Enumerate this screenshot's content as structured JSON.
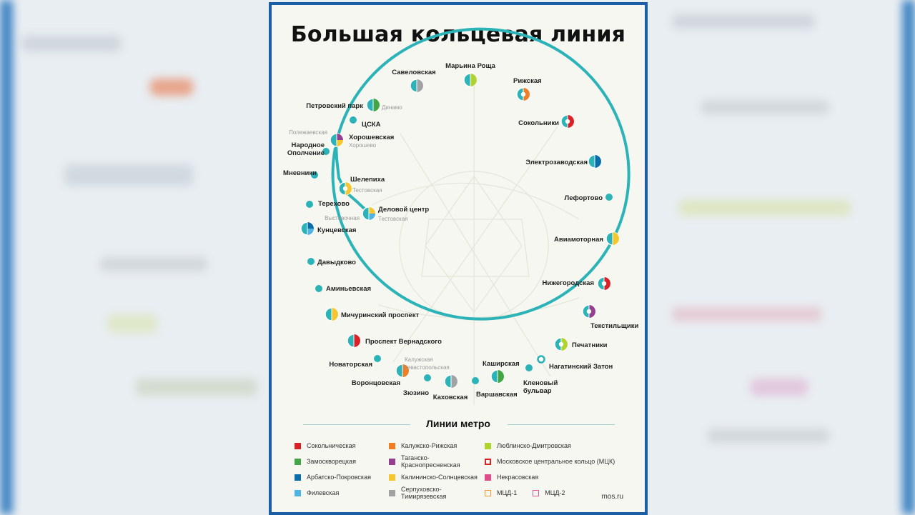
{
  "title": "Большая кольцевая линия",
  "site": "mos.ru",
  "ring_color": "#2bb3b8",
  "stations": [
    {
      "name": "Марьина Роща",
      "lines": [
        "#b1d332"
      ]
    },
    {
      "name": "Рижская",
      "lines": [
        "#ef7e24"
      ],
      "mcd": true
    },
    {
      "name": "Сокольники",
      "lines": [
        "#da2128"
      ],
      "mcd": true
    },
    {
      "name": "Электрозаводская",
      "lines": [
        "#0a6daa"
      ]
    },
    {
      "name": "Лефортово",
      "lines": []
    },
    {
      "name": "Авиамоторная",
      "lines": [
        "#f5c62e"
      ]
    },
    {
      "name": "Нижегородская",
      "lines": [
        "#da2128"
      ],
      "mcd": true
    },
    {
      "name": "Текстильщики",
      "lines": [
        "#943f90"
      ],
      "mcd": true
    },
    {
      "name": "Печатники",
      "lines": [
        "#b1d332"
      ],
      "mcd": true
    },
    {
      "name": "Нагатинский Затон",
      "lines": []
    },
    {
      "name": "Кленовый бульвар",
      "lines": []
    },
    {
      "name": "Каширская",
      "lines": [
        "#44a546"
      ]
    },
    {
      "name": "Варшавская",
      "lines": []
    },
    {
      "name": "Каховская",
      "lines": [
        "#a1a2a3"
      ]
    },
    {
      "name": "Зюзино",
      "lines": []
    },
    {
      "name": "Воронцовская",
      "lines": [
        "#ef7e24"
      ]
    },
    {
      "name": "Новаторская",
      "lines": []
    },
    {
      "name": "Проспект Вернадского",
      "lines": [
        "#da2128"
      ]
    },
    {
      "name": "Мичуринский проспект",
      "lines": [
        "#f5c62e"
      ]
    },
    {
      "name": "Аминьевская",
      "lines": []
    },
    {
      "name": "Давыдково",
      "lines": []
    },
    {
      "name": "Кунцевская",
      "lines": [
        "#0a6daa",
        "#4fb3e3"
      ]
    },
    {
      "name": "Терехово",
      "lines": []
    },
    {
      "name": "Мневники",
      "lines": []
    },
    {
      "name": "Народное Ополчение",
      "lines": []
    },
    {
      "name": "Хорошевская",
      "lines": [
        "#943f90",
        "#f5c62e"
      ]
    },
    {
      "name": "ЦСКА",
      "lines": []
    },
    {
      "name": "Петровский парк",
      "lines": [
        "#44a546"
      ]
    },
    {
      "name": "Савеловская",
      "lines": [
        "#a1a2a3"
      ]
    },
    {
      "name": "Шелепиха",
      "lines": [
        "#f5c62e"
      ],
      "mcd": true
    },
    {
      "name": "Деловой центр",
      "lines": [
        "#f5c62e",
        "#4fb3e3"
      ]
    }
  ],
  "transfer_labels": {
    "dinamo": "Динамо",
    "polezhaevskaya": "Полежаевская",
    "khoroshevo": "Хорошево",
    "testovskaya_1": "Тестовская",
    "testovskaya_2": "Тестовская",
    "vystavochnaya": "Выставочная",
    "kaluzhskaya": "Калужская",
    "sevastopolskaya": "Севастопольская"
  },
  "legend": {
    "title": "Линии метро",
    "items": [
      {
        "label": "Сокольническая",
        "color": "#da2128",
        "type": "solid"
      },
      {
        "label": "Замоскворецкая",
        "color": "#44a546",
        "type": "solid"
      },
      {
        "label": "Арбатско-Покровская",
        "color": "#0a6daa",
        "type": "solid"
      },
      {
        "label": "Филевская",
        "color": "#4fb3e3",
        "type": "solid"
      },
      {
        "label": "Калужско-Рижская",
        "color": "#ef7e24",
        "type": "solid"
      },
      {
        "label": "Таганско-Краснопресненская",
        "color": "#943f90",
        "type": "solid"
      },
      {
        "label": "Калининско-Солнцевская",
        "color": "#f5c62e",
        "type": "solid"
      },
      {
        "label": "Серпуховско-Тимирязевская",
        "color": "#a1a2a3",
        "type": "solid"
      },
      {
        "label": "Люблинско-Дмитровская",
        "color": "#b1d332",
        "type": "solid"
      },
      {
        "label": "Московское центральное кольцо (МЦК)",
        "color": "#da2128",
        "type": "ring"
      },
      {
        "label": "Некрасовская",
        "color": "#de4c8a",
        "type": "solid"
      },
      {
        "label": "МЦД-1",
        "color": "#f19b38",
        "type": "outline"
      },
      {
        "label": "МЦД-2",
        "color": "#e8548f",
        "type": "outline"
      }
    ]
  }
}
